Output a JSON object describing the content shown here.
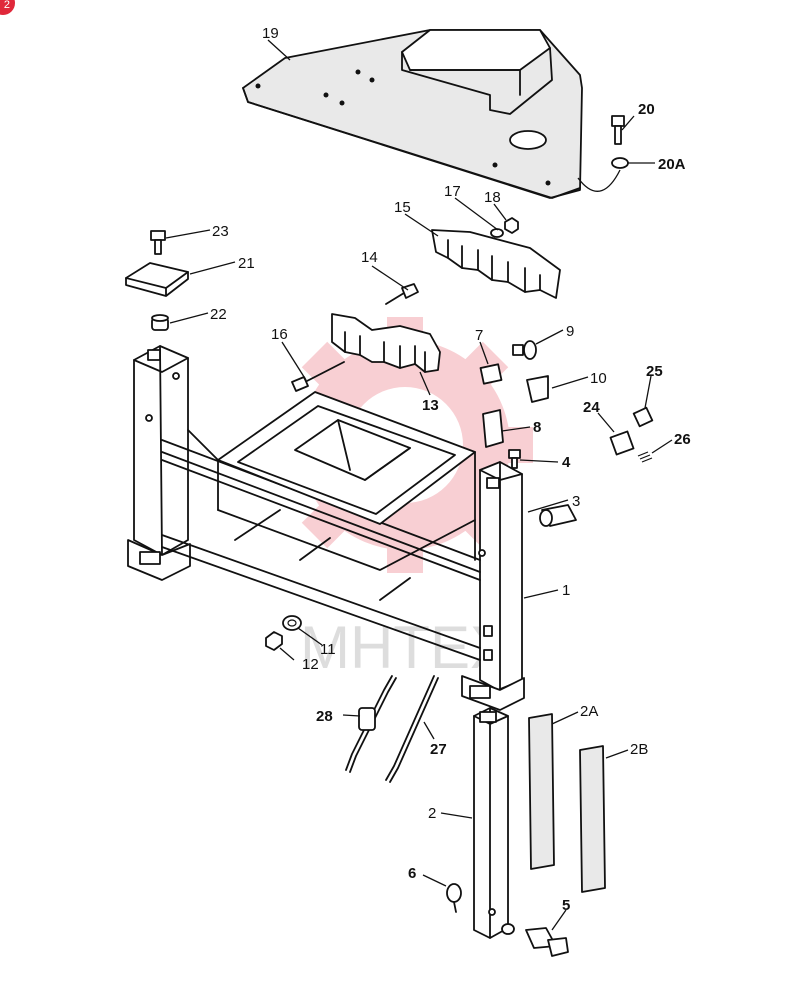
{
  "corner_badge": {
    "text": "2",
    "color": "#e0283a"
  },
  "watermark": {
    "text": "MHTEX",
    "color": "#e0283a"
  },
  "callouts": [
    {
      "id": "c19",
      "text": "19"
    },
    {
      "id": "c20",
      "text": "20"
    },
    {
      "id": "c20a",
      "text": "20A"
    },
    {
      "id": "c17",
      "text": "17"
    },
    {
      "id": "c18",
      "text": "18"
    },
    {
      "id": "c15",
      "text": "15"
    },
    {
      "id": "c23",
      "text": "23"
    },
    {
      "id": "c21",
      "text": "21"
    },
    {
      "id": "c22",
      "text": "22"
    },
    {
      "id": "c14",
      "text": "14"
    },
    {
      "id": "c16",
      "text": "16"
    },
    {
      "id": "c13",
      "text": "13"
    },
    {
      "id": "c7",
      "text": "7"
    },
    {
      "id": "c9",
      "text": "9"
    },
    {
      "id": "c10",
      "text": "10"
    },
    {
      "id": "c25",
      "text": "25"
    },
    {
      "id": "c8",
      "text": "8"
    },
    {
      "id": "c24",
      "text": "24"
    },
    {
      "id": "c26",
      "text": "26"
    },
    {
      "id": "c4",
      "text": "4"
    },
    {
      "id": "c3",
      "text": "3"
    },
    {
      "id": "c1",
      "text": "1"
    },
    {
      "id": "c11",
      "text": "11"
    },
    {
      "id": "c12",
      "text": "12"
    },
    {
      "id": "c28",
      "text": "28"
    },
    {
      "id": "c27",
      "text": "27"
    },
    {
      "id": "c2a",
      "text": "2A"
    },
    {
      "id": "c2b",
      "text": "2B"
    },
    {
      "id": "c2",
      "text": "2"
    },
    {
      "id": "c6",
      "text": "6"
    },
    {
      "id": "c5",
      "text": "5"
    }
  ]
}
